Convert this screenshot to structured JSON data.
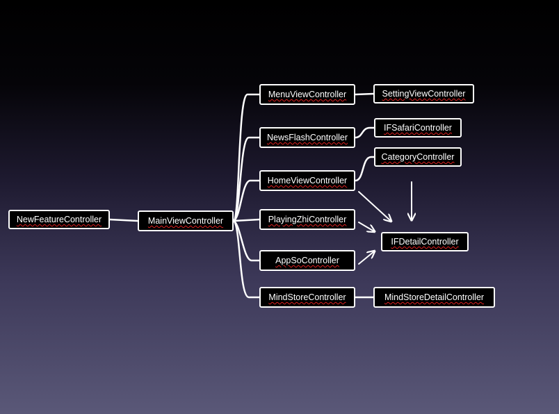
{
  "nodes": {
    "new_feature": "NewFeatureController",
    "main_view": "MainViewController",
    "menu_view": "MenuViewController",
    "setting_view": "SettingViewController",
    "news_flash": "NewsFlashController",
    "if_safari": "IFSafariController",
    "home_view": "HomeViewController",
    "category": "CategoryController",
    "playing_zhi": "PlayingZhiController",
    "if_detail": "IFDetailController",
    "app_so": "AppSoController",
    "mind_store": "MindStoreController",
    "mind_store_detail": "MindStoreDetailController"
  },
  "colors": {
    "line": "#ffffff",
    "box_fill": "#000000",
    "box_border": "#ffffff",
    "text": "#ffffff",
    "spell_underline": "#e02020",
    "bg_top": "#000000",
    "bg_bottom": "#5a5878"
  }
}
